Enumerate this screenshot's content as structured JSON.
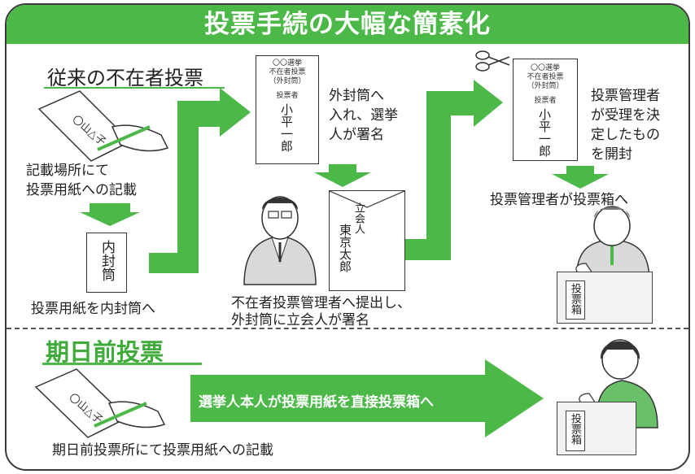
{
  "title": "投票手続の大幅な簡素化",
  "section_absentee": {
    "heading": "従来の不在者投票",
    "step1_line1": "記載場所にて",
    "step1_line2": "投票用紙への記載",
    "step2": "投票用紙を内封筒へ",
    "inner_envelope": "内封筒",
    "outer_envelope": {
      "line1": "〇〇選挙",
      "line2": "不在者投票",
      "line3": "（外封筒）",
      "line4": "投票者",
      "name": "小平一郎"
    },
    "step3_line1": "外封筒へ",
    "step3_line2": "入れ、選挙",
    "step3_line3": "人が署名",
    "witness_envelope_label": "立会人",
    "witness_name": "東京太郎",
    "step4_line1": "不在者投票管理者へ提出し、",
    "step4_line2": "外封筒に立会人が署名",
    "step5_line1": "投票管理者",
    "step5_line2": "が受理を決",
    "step5_line3": "定したもの",
    "step5_line4": "を開封",
    "step6": "投票管理者が投票箱へ",
    "ballot_box_label": "投票箱",
    "ballot_text": "〇山△子"
  },
  "section_early": {
    "heading": "期日前投票",
    "arrow_text": "選挙人本人が投票用紙を直接投票箱へ",
    "caption": "期日前投票所にて投票用紙への記載",
    "ballot_box_label": "投票箱"
  },
  "colors": {
    "green": "#4cb848",
    "dark_green": "#3eab3a",
    "outline": "#3a3a3a"
  }
}
